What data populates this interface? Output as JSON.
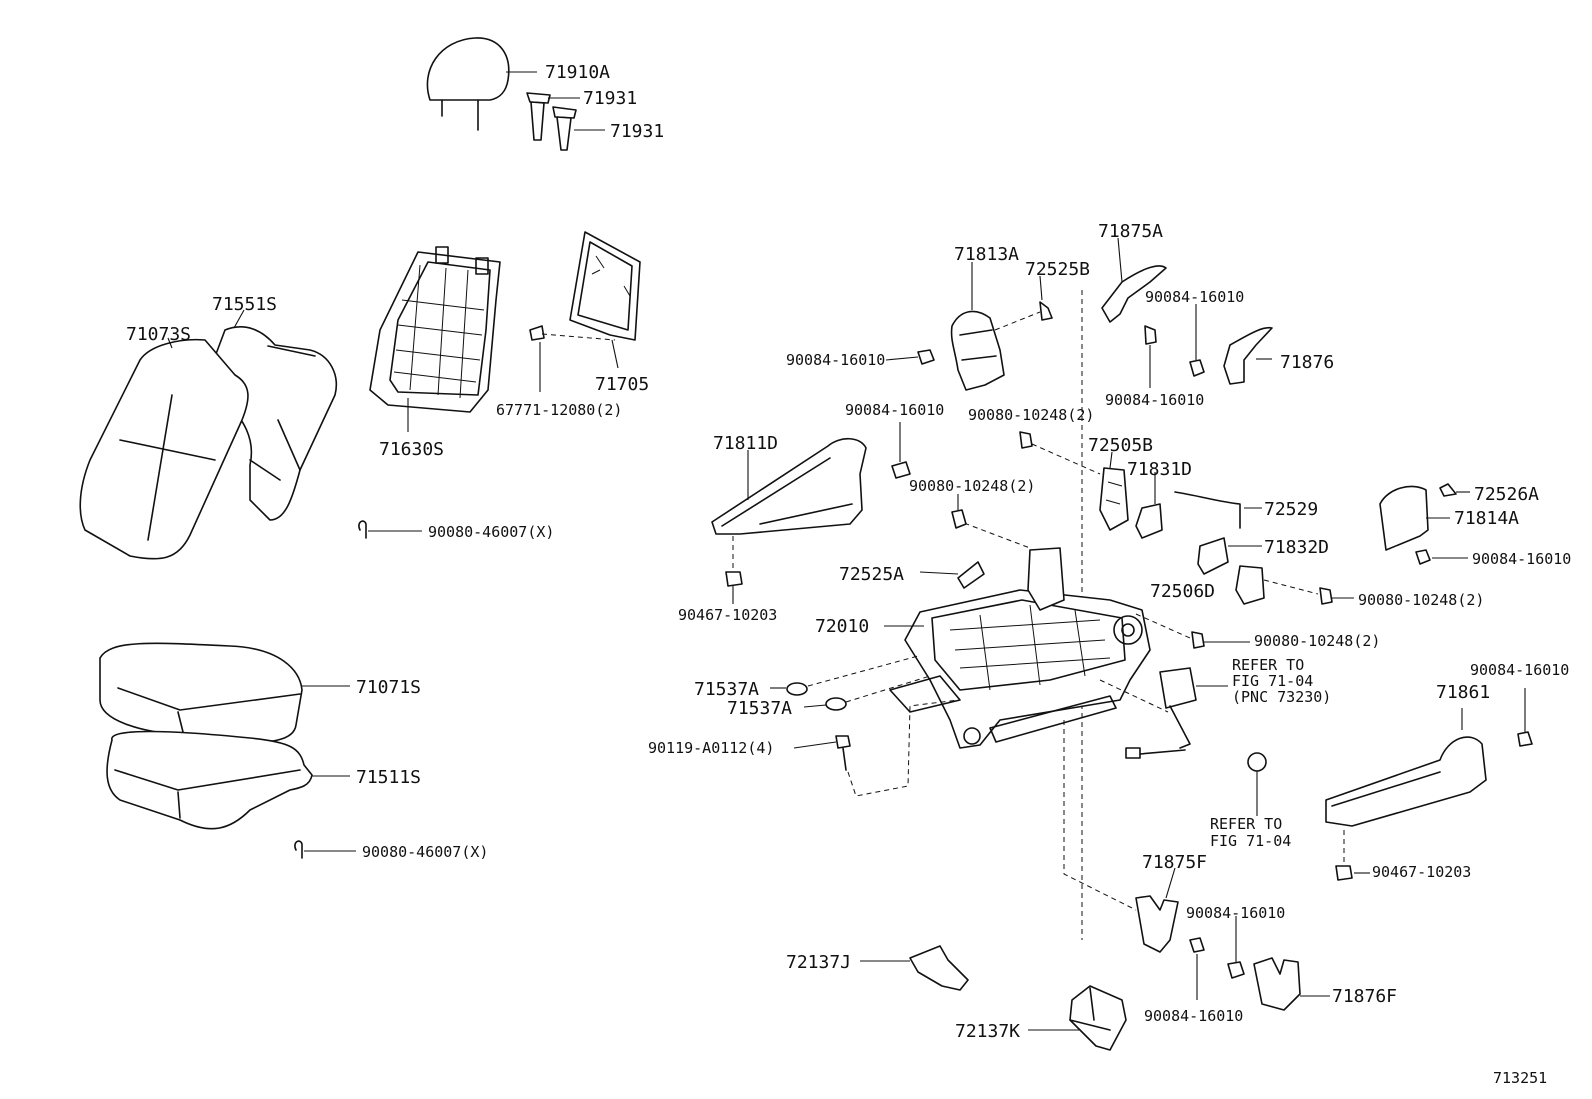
{
  "diagram_id": "713251",
  "labels": {
    "l71910A": "71910A",
    "l71931a": "71931",
    "l71931b": "71931",
    "l71551S": "71551S",
    "l71073S": "71073S",
    "l71630S": "71630S",
    "l71705": "71705",
    "l67771": "67771-12080(2)",
    "l90080_46007a": "90080-46007(X)",
    "l71071S": "71071S",
    "l71511S": "71511S",
    "l90080_46007b": "90080-46007(X)",
    "l71813A": "71813A",
    "l72525B": "72525B",
    "l71875A": "71875A",
    "l90084_16010a": "90084-16010",
    "l90084_16010b": "90084-16010",
    "l90084_16010c": "90084-16010",
    "l71876": "71876",
    "l90084_16010d": "90084-16010",
    "l90080_10248a": "90080-10248(2)",
    "l71811D": "71811D",
    "l72505B": "72505B",
    "l71831D": "71831D",
    "l90080_10248b": "90080-10248(2)",
    "l72529": "72529",
    "l72526A": "72526A",
    "l71814A": "71814A",
    "l90084_16010e": "90084-16010",
    "l71832D": "71832D",
    "l90467_10203a": "90467-10203",
    "l72525A": "72525A",
    "l72506D": "72506D",
    "l90080_10248c": "90080-10248(2)",
    "l72010": "72010",
    "l90080_10248d": "90080-10248(2)",
    "l71537Aa": "71537A",
    "l71537Ab": "71537A",
    "l90119": "90119-A0112(4)",
    "ref1a": "REFER TO",
    "ref1b": "FIG 71-04",
    "ref1c": "(PNC 73230)",
    "l90084_16010f": "90084-16010",
    "l71861": "71861",
    "ref2a": "REFER TO",
    "ref2b": "FIG 71-04",
    "l90467_10203b": "90467-10203",
    "l71875F": "71875F",
    "l90084_16010g": "90084-16010",
    "l72137J": "72137J",
    "l71876F": "71876F",
    "l90084_16010h": "90084-16010",
    "l72137K": "72137K"
  }
}
